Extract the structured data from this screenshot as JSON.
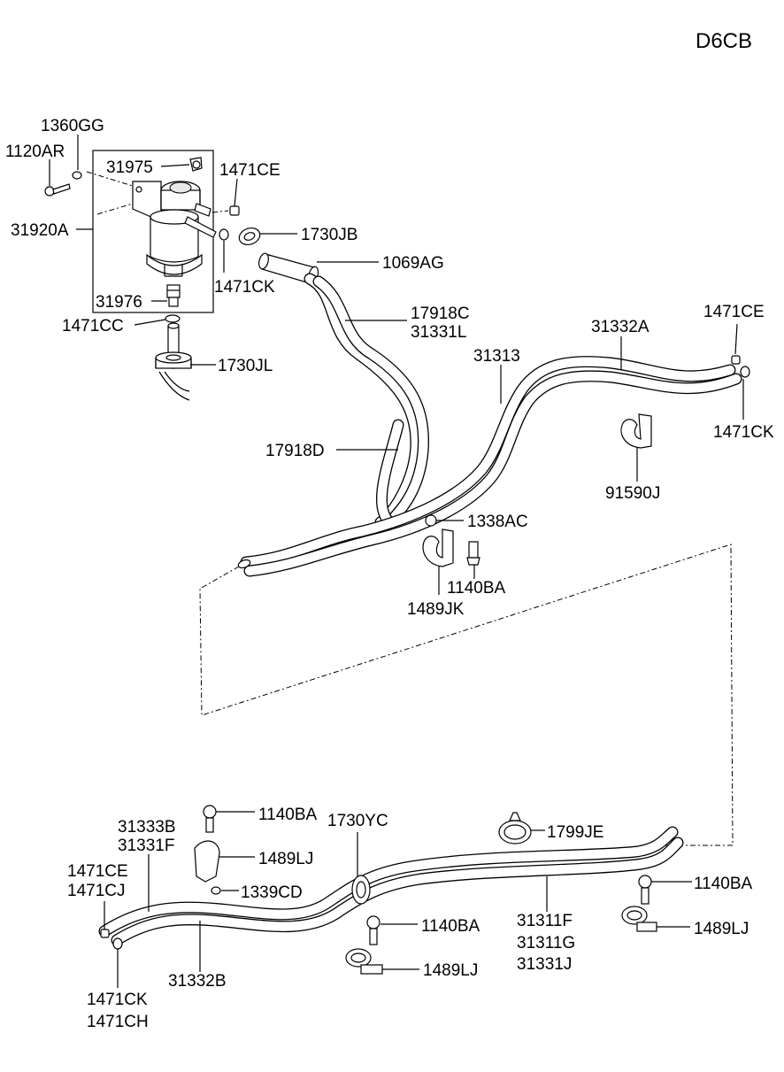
{
  "diagram_code": "D6CB",
  "labels": {
    "l1360GG": "1360GG",
    "l1120AR": "1120AR",
    "l31975": "31975",
    "l1471CE_top": "1471CE",
    "l31920A": "31920A",
    "l1730JB": "1730JB",
    "l1069AG": "1069AG",
    "l1471CK_top": "1471CK",
    "l31976": "31976",
    "l1471CC": "1471CC",
    "l17918C": "17918C",
    "l31331L": "31331L",
    "l1730JL": "1730JL",
    "l31332A": "31332A",
    "l1471CE_right": "1471CE",
    "l31313": "31313",
    "l1471CK_right": "1471CK",
    "l17918D": "17918D",
    "l91590J": "91590J",
    "l1338AC": "1338AC",
    "l1140BA_mid": "1140BA",
    "l1489JK": "1489JK",
    "l31333B": "31333B",
    "l31331F": "31331F",
    "l1140BA_bl": "1140BA",
    "l1730YC": "1730YC",
    "l1799JE": "1799JE",
    "l1471CE_bl": "1471CE",
    "l1471CJ": "1471CJ",
    "l1489LJ_bl": "1489LJ",
    "l1339CD": "1339CD",
    "l1140BA_br": "1140BA",
    "l31311F": "31311F",
    "l31311G": "31311G",
    "l31331J": "31331J",
    "l1140BA_bm": "1140BA",
    "l1489LJ_br": "1489LJ",
    "l1489LJ_bm": "1489LJ",
    "l31332B": "31332B",
    "l1471CK_bl": "1471CK",
    "l1471CH": "1471CH"
  }
}
